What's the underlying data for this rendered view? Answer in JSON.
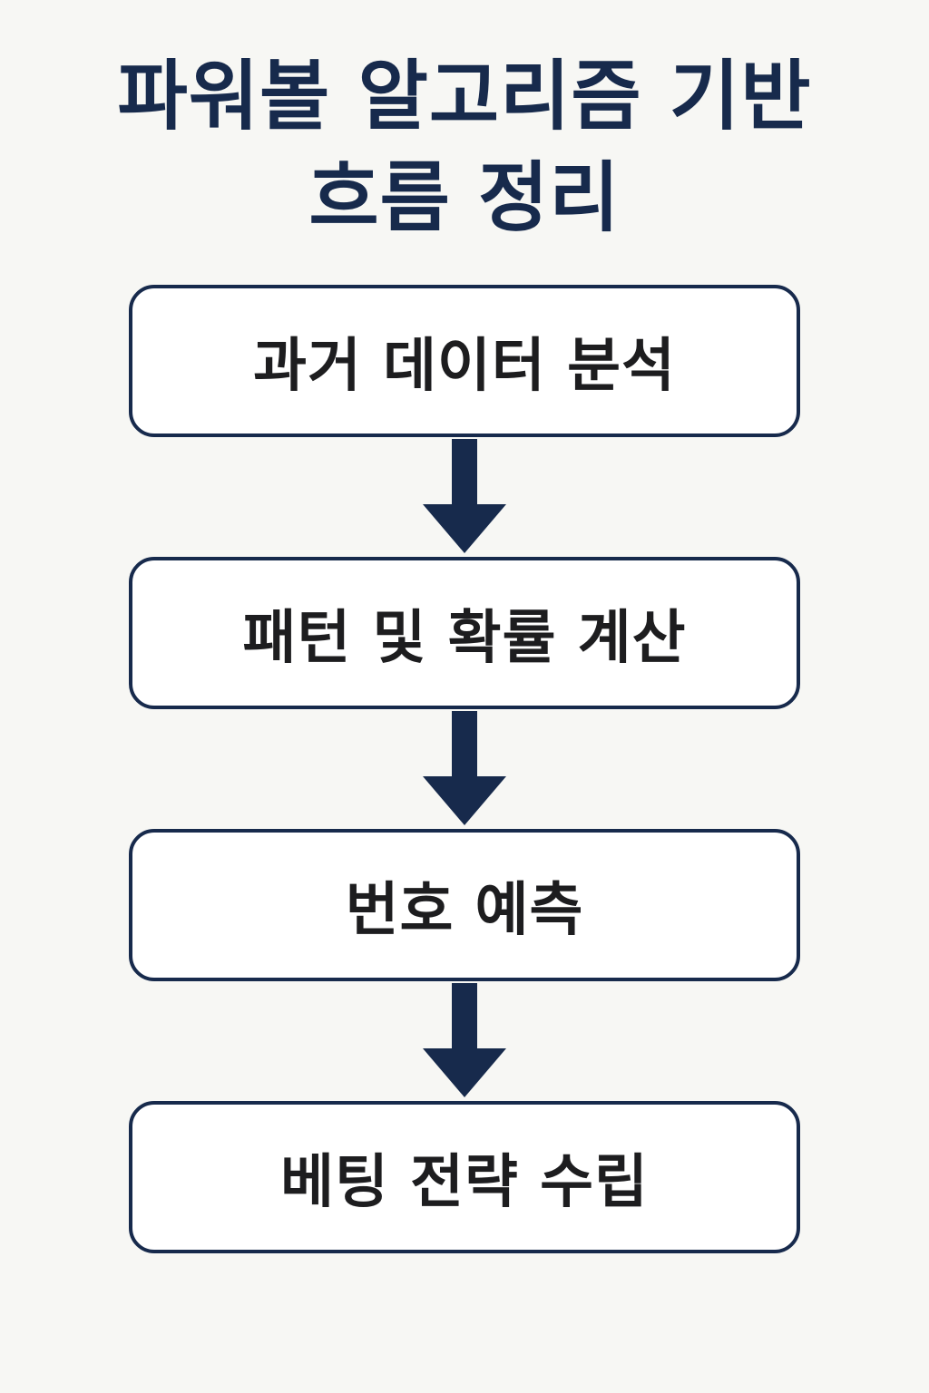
{
  "title": {
    "line1": "파워볼 알고리즘 기반",
    "line2": "흐름 정리"
  },
  "steps": [
    {
      "label": "과거 데이터 분석"
    },
    {
      "label": "패턴 및 확률 계산"
    },
    {
      "label": "번호 예측"
    },
    {
      "label": "베팅 전략 수립"
    }
  ],
  "colors": {
    "primary": "#172a4c",
    "text": "#1d1d1f",
    "background": "#f7f7f4",
    "box_fill": "#ffffff"
  },
  "icons": {
    "connector": "arrow-down-icon"
  }
}
